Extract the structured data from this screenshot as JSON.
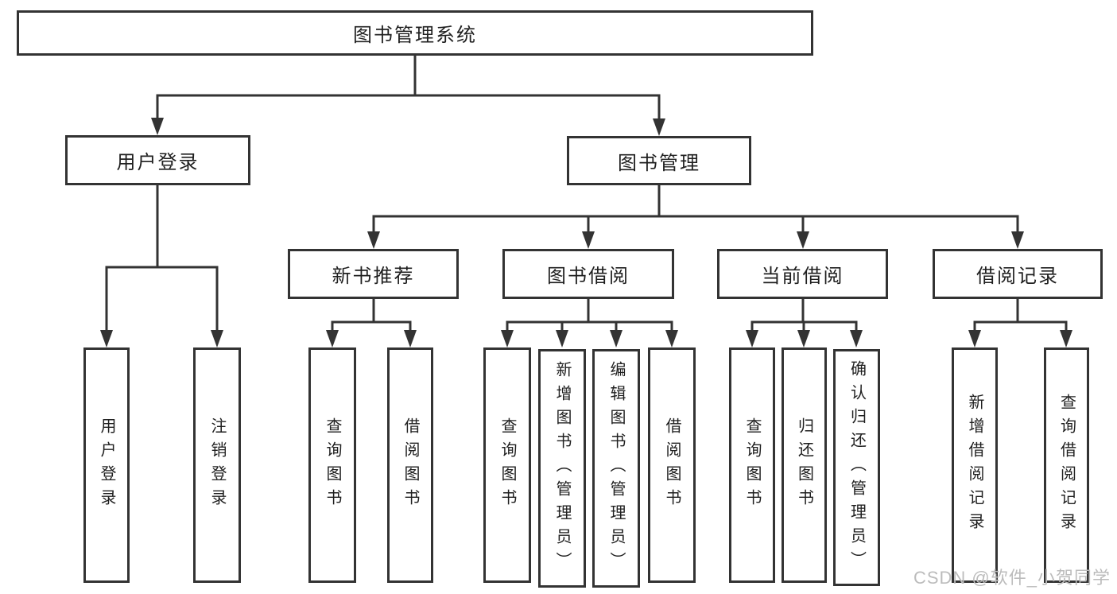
{
  "diagram_type": "hierarchy-tree",
  "tree": {
    "label": "图书管理系统",
    "children": [
      {
        "label": "用户登录",
        "children": [
          {
            "label": "用户登录"
          },
          {
            "label": "注销登录"
          }
        ]
      },
      {
        "label": "图书管理",
        "children": [
          {
            "label": "新书推荐",
            "children": [
              {
                "label": "查询图书"
              },
              {
                "label": "借阅图书"
              }
            ]
          },
          {
            "label": "图书借阅",
            "children": [
              {
                "label": "查询图书"
              },
              {
                "label": "新增图书（管理员）"
              },
              {
                "label": "编辑图书（管理员）"
              },
              {
                "label": "借阅图书"
              }
            ]
          },
          {
            "label": "当前借阅",
            "children": [
              {
                "label": "查询图书"
              },
              {
                "label": "归还图书"
              },
              {
                "label": "确认归还（管理员）"
              }
            ]
          },
          {
            "label": "借阅记录",
            "children": [
              {
                "label": "新增借阅记录"
              },
              {
                "label": "查询借阅记录"
              }
            ]
          }
        ]
      }
    ]
  },
  "watermark": "CSDN @软件_小贺同学",
  "colors": {
    "line": "#333333",
    "box_border": "#333333",
    "text": "#1f1f1f",
    "watermark": "#bcbcbc",
    "background": "#ffffff"
  }
}
